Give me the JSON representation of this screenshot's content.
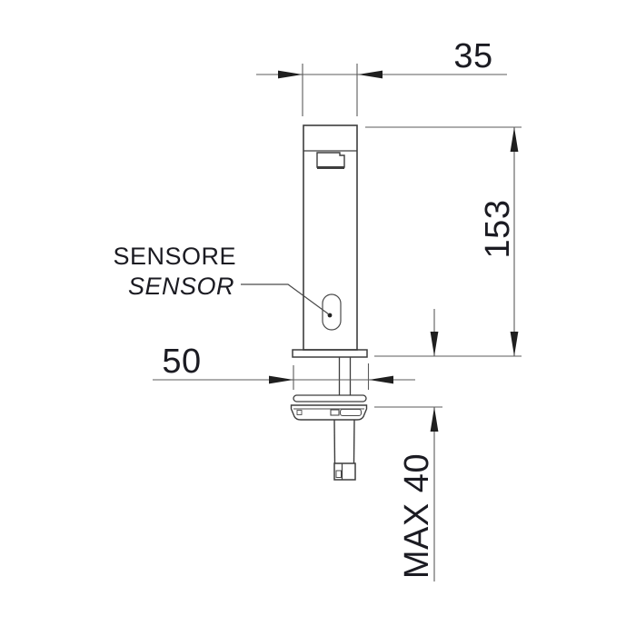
{
  "drawing": {
    "labels": {
      "sensor_line1": "SENSORE",
      "sensor_line2": "SENSOR"
    },
    "dimensions": {
      "spout_width": "35",
      "body_height": "153",
      "flange_width": "50",
      "max_deck_thickness": "MAX 40"
    },
    "colors": {
      "background": "#ffffff",
      "outline": "#3d3d3d",
      "dimension_line": "#5b5b5b",
      "text": "#1b1b22"
    }
  }
}
